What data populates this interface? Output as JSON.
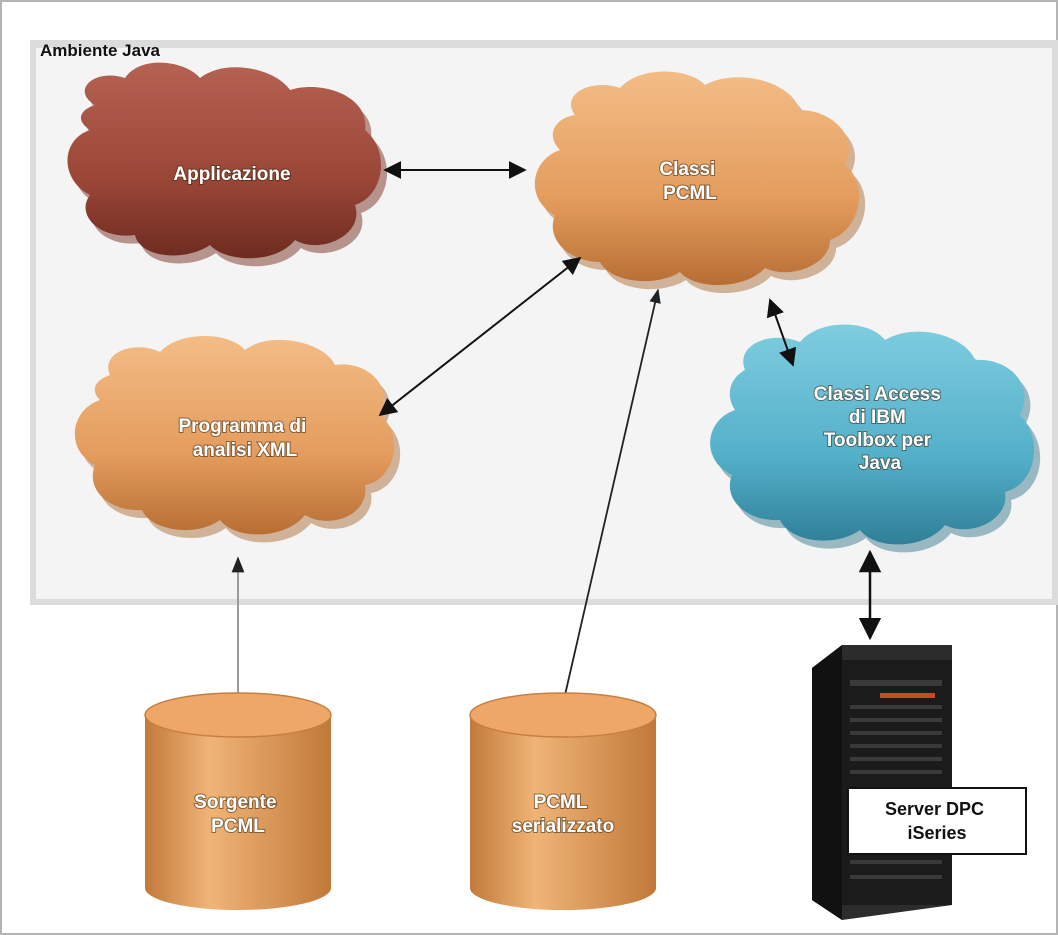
{
  "environment": {
    "title": "Ambiente Java"
  },
  "nodes": {
    "applicazione": {
      "lines": [
        "Applicazione"
      ]
    },
    "classi_pcml": {
      "lines": [
        "Classi",
        "PCML"
      ]
    },
    "programma_xml": {
      "lines": [
        "Programma di",
        "analisi XML"
      ]
    },
    "classi_access": {
      "lines": [
        "Classi Access",
        "di IBM",
        "Toolbox per",
        "Java"
      ]
    },
    "sorgente_pcml": {
      "lines": [
        "Sorgente",
        "PCML"
      ]
    },
    "pcml_serializzato": {
      "lines": [
        "PCML",
        "serializzato"
      ]
    },
    "server": {
      "lines": [
        "Server DPC",
        "iSeries"
      ]
    }
  },
  "colors": {
    "applicazione": "#9e4a3c",
    "orange_cloud": "#e8a468",
    "blue_cloud": "#5cb7cf",
    "cylinder": "#e39d5a",
    "server_body": "#1d1d1d",
    "environment_bg": "#f4f4f4"
  },
  "icons": [
    "cloud-shape",
    "database-cylinder-icon",
    "server-tower-icon",
    "double-arrow",
    "single-arrow"
  ]
}
